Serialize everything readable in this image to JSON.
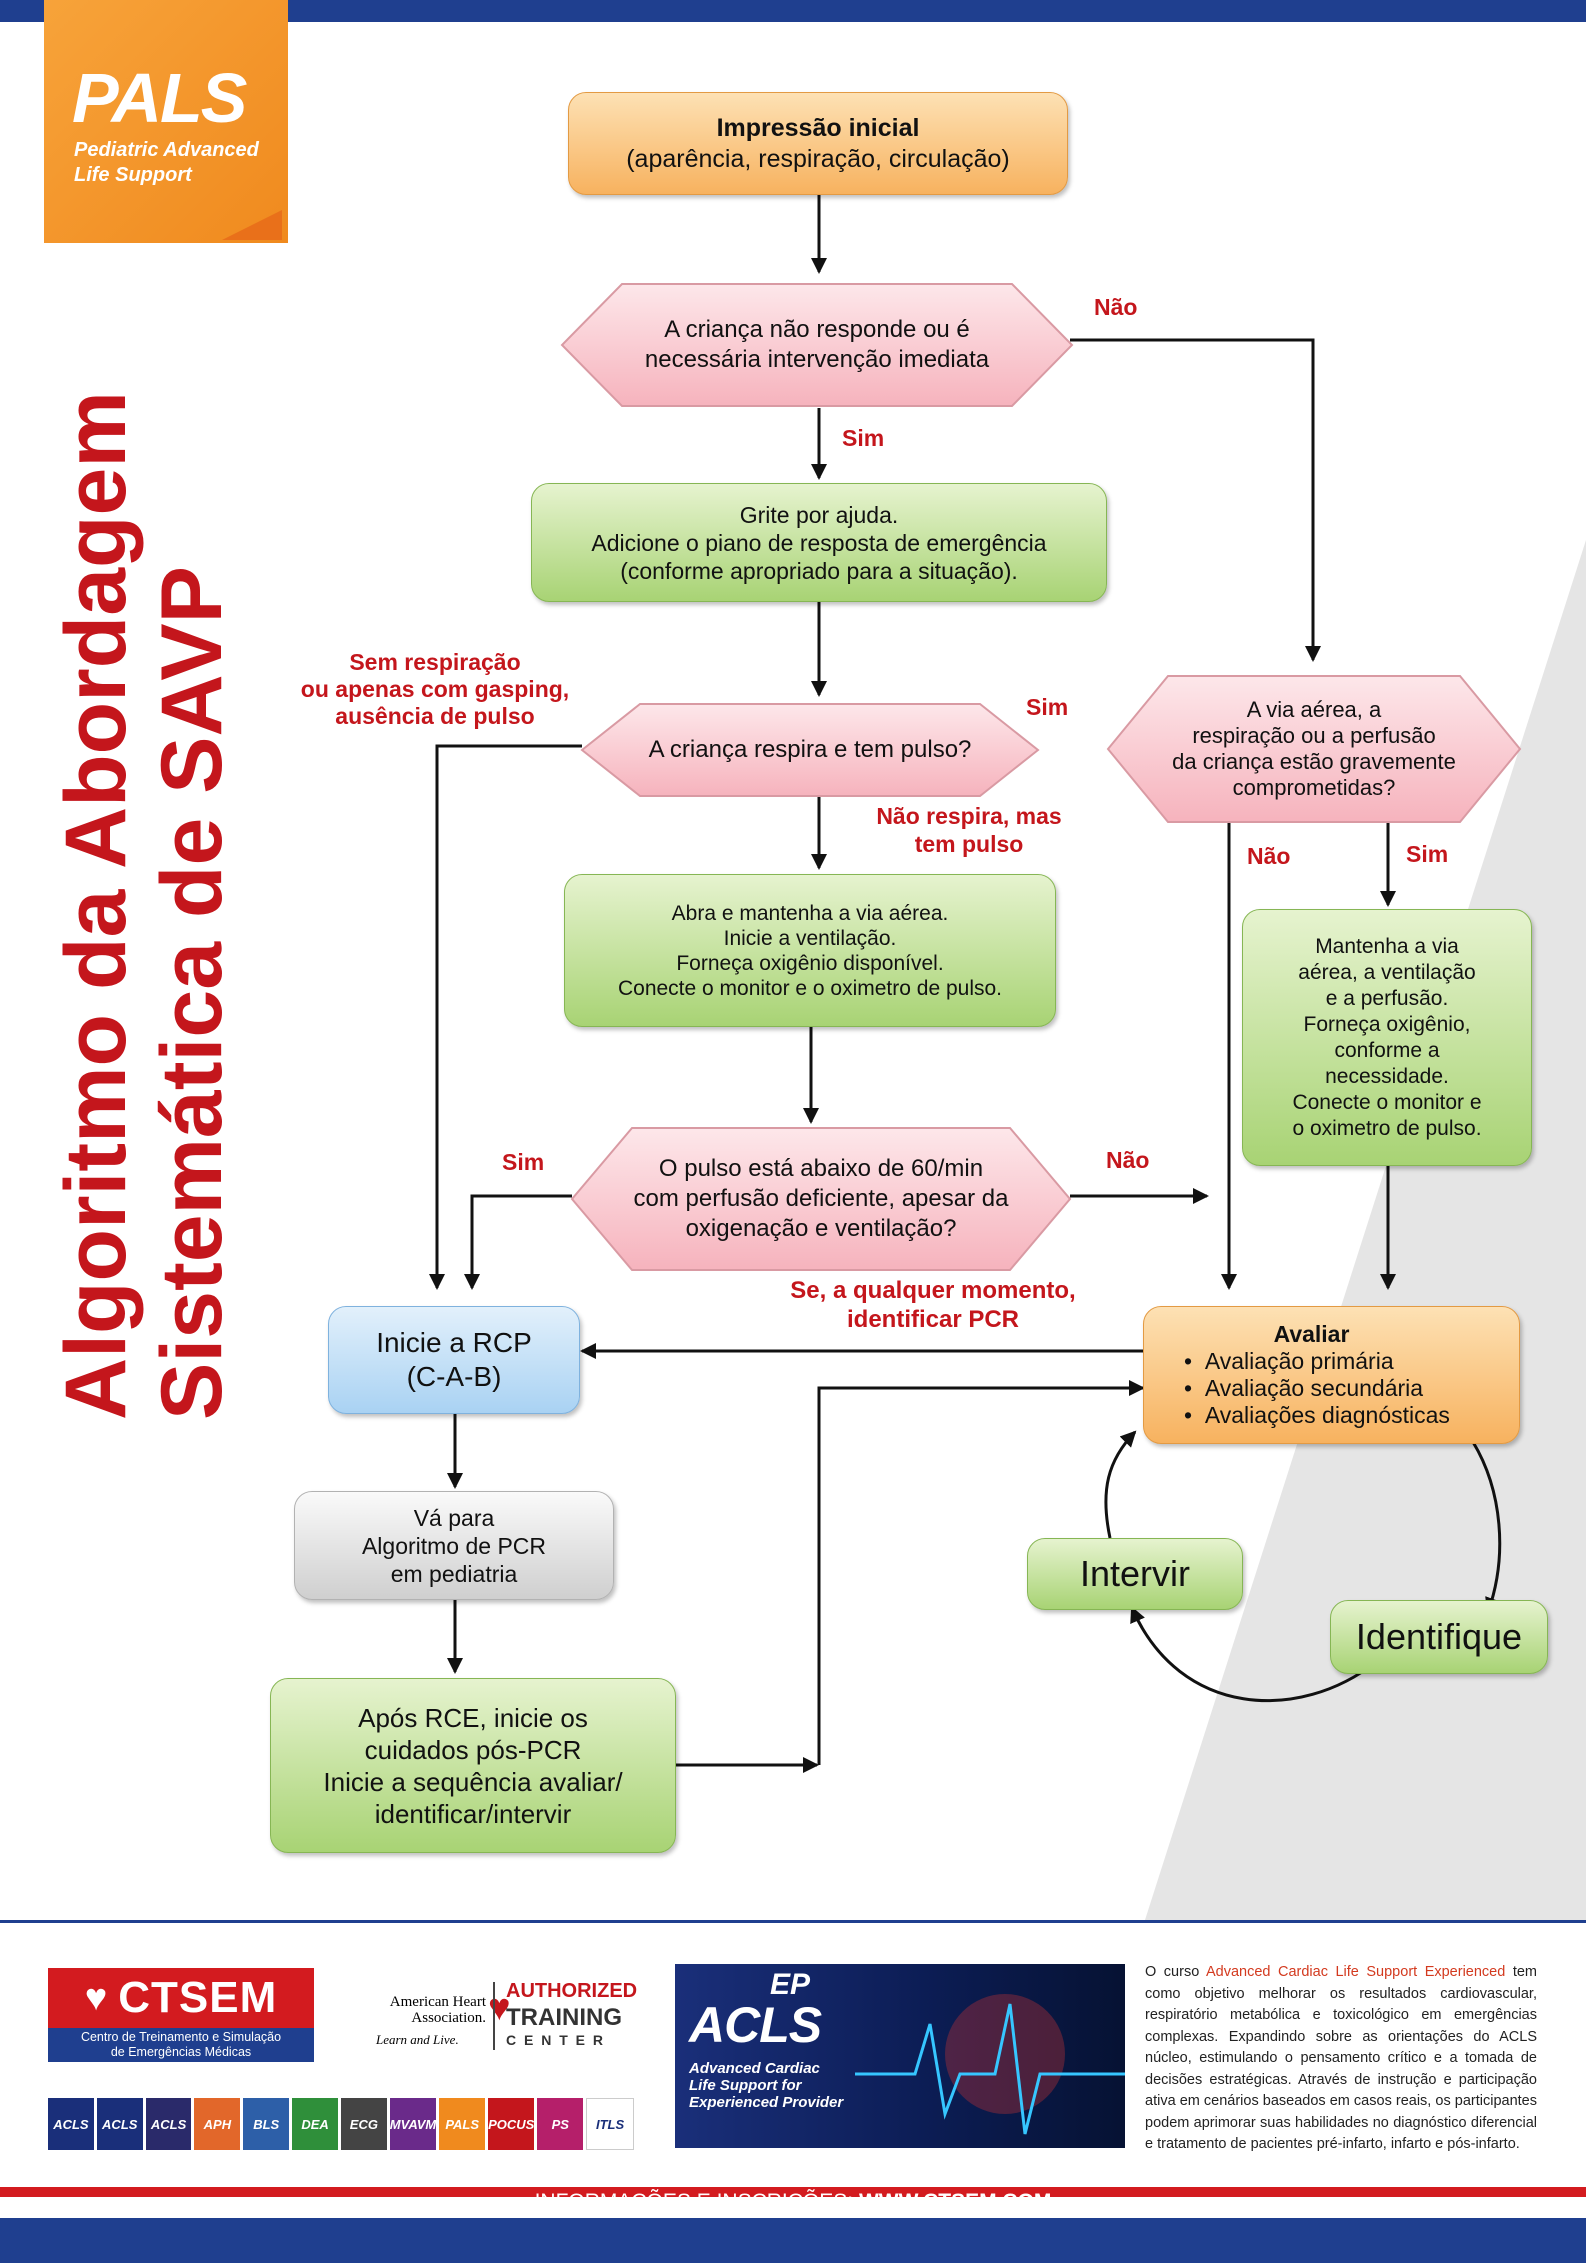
{
  "logo": {
    "title": "PALS",
    "subtitle_line1": "Pediatric Advanced",
    "subtitle_line2": "Life Support"
  },
  "vertical_title": {
    "line1": "Algoritmo da Abordagem",
    "line2": "Sistemática de SAVP"
  },
  "nodes": {
    "impressao": {
      "title": "Impressão inicial",
      "text": "(aparência, respiração, circulação)"
    },
    "d1": {
      "line1": "A criança não responde ou é",
      "line2": "necessária intervenção imediata"
    },
    "grite": {
      "line1": "Grite por ajuda.",
      "line2": "Adicione o piano de resposta de emergência",
      "line3": "(conforme apropriado para a situação)."
    },
    "d2": {
      "text": "A criança respira e tem pulso?"
    },
    "d3": {
      "line1": "A via aérea, a",
      "line2": "respiração ou a perfusão",
      "line3": "da criança estão gravemente",
      "line4": "comprometidas?"
    },
    "abra": {
      "line1": "Abra e mantenha a via aérea.",
      "line2": "Inicie a ventilação.",
      "line3": "Forneça oxigênio disponível.",
      "line4": "Conecte o monitor e o oximetro de pulso."
    },
    "mantenha": {
      "line1": "Mantenha a via",
      "line2": "aérea, a ventilação",
      "line3": "e a perfusão.",
      "line4": "Forneça oxigênio,",
      "line5": "conforme a",
      "line6": "necessidade.",
      "line7": "Conecte o monitor e",
      "line8": "o oximetro de pulso."
    },
    "d4": {
      "line1": "O pulso está abaixo de 60/min",
      "line2": "com perfusão deficiente, apesar da",
      "line3": "oxigenação e ventilação?"
    },
    "rcp": {
      "line1": "Inicie a RCP",
      "line2": "(C-A-B)"
    },
    "algoritmo": {
      "line1": "Vá para",
      "line2": "Algoritmo de PCR",
      "line3": "em pediatria"
    },
    "apos": {
      "line1": "Após RCE, inicie os",
      "line2": "cuidados pós-PCR",
      "line3": "Inicie a sequência avaliar/",
      "line4": "identificar/intervir"
    },
    "avaliar": {
      "title": "Avaliar",
      "items": [
        "Avaliação primária",
        "Avaliação secundária",
        "Avaliações diagnósticas"
      ]
    },
    "intervir": {
      "text": "Intervir"
    },
    "identifique": {
      "text": "Identifique"
    }
  },
  "edge_labels": {
    "nao_1": "Não",
    "sim_1": "Sim",
    "sem_resp_1": "Sem respiração",
    "sem_resp_2": "ou apenas com gasping,",
    "sem_resp_3": "ausência de pulso",
    "sim_2": "Sim",
    "nao_resp_1": "Não respira, mas",
    "nao_resp_2": "tem pulso",
    "nao_3": "Não",
    "sim_3": "Sim",
    "sim_4": "Sim",
    "nao_4": "Não",
    "pcr_1": "Se, a qualquer momento,",
    "pcr_2": "identificar PCR"
  },
  "footer": {
    "ctsem_name": "CTSEM",
    "ctsem_sub1": "Centro de Treinamento e Simulação",
    "ctsem_sub2": "de Emergências Médicas",
    "aha_name1": "American Heart",
    "aha_name2": "Association.",
    "aha_tag": "Learn and Live.",
    "authorized": "AUTHORIZED",
    "training": "TRAINING",
    "center": "C E N T E R",
    "course_badges": [
      "ACLS",
      "ACLS",
      "ACLS",
      "APH",
      "BLS",
      "DEA",
      "ECG",
      "MVAVM",
      "PALS",
      "POCUS",
      "PS",
      "ITLS"
    ],
    "banner_ep": "EP",
    "banner_acls": "ACLS",
    "banner_sub1": "Advanced Cardiac",
    "banner_sub2": "Life Support for",
    "banner_sub3": "Experienced Provider",
    "desc_pre": "O curso ",
    "desc_highlight": "Advanced Cardiac Life Support Experienced",
    "desc_post": " tem como objetivo melhorar os resultados cardiovascular, respiratório metabólica e toxicológico em emergências complexas. Expandindo sobre as orientações do ACLS núcleo, estimulando o pensamento crítico e a tomada de decisões estratégicas. Através de instrução e participação ativa em cenários baseados em casos reais, os participantes podem aprimorar suas habilidades no diagnóstico diferencial e tratamento de pacientes pré-infarto, infarto e pós-infarto.",
    "info_label": "INFORMAÇÕES E INSCRIÇÕES: ",
    "info_url": "WWW.CTSEM.COM"
  },
  "colors": {
    "brand_blue": "#1f3f8f",
    "title_red": "#c4161c",
    "pals_orange": "#f08a1e"
  }
}
